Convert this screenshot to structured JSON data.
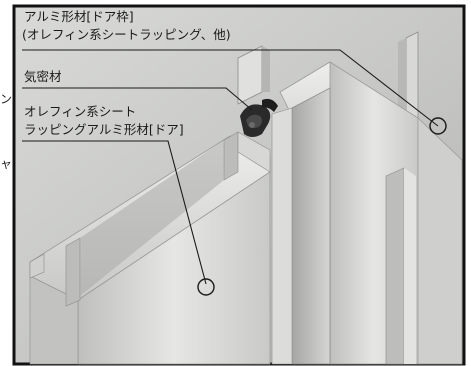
{
  "labels": {
    "frame_line1": "アルミ形材[ドア枠]",
    "frame_line2": "(オレフィン系シートラッピング、他)",
    "airtight": "気密材",
    "door_line1": "オレフィン系シート",
    "door_line2": "ラッピングアルミ形材[ドア]"
  },
  "edge_fragments": {
    "left_top": "ン",
    "left_mid": "ャ"
  },
  "colors": {
    "background": "#c5c6c4",
    "border": "#111111",
    "profile_light": "#e2e2e0",
    "profile_mid": "#cfd0ce",
    "profile_dark": "#9fa09e",
    "seal": "#2a2a2a",
    "leader": "#1a1a1a"
  }
}
